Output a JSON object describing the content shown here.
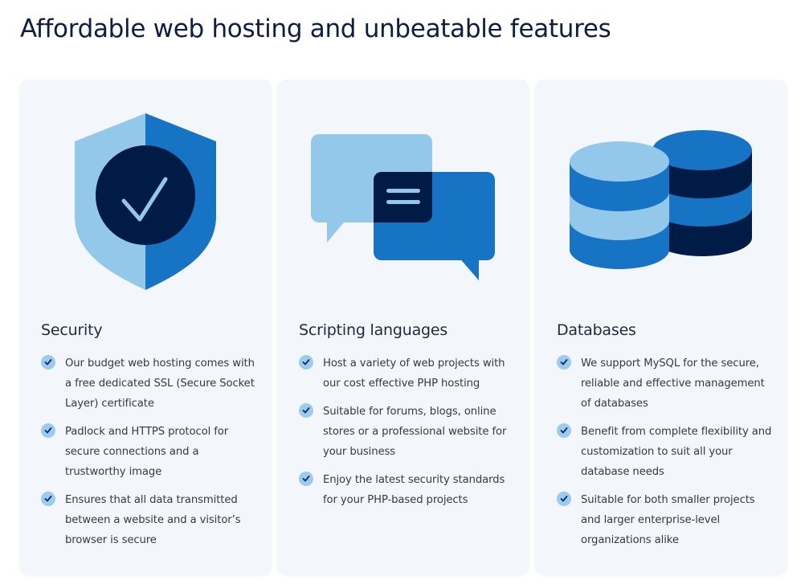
{
  "header": {
    "title": "Affordable web hosting and unbeatable features"
  },
  "colors": {
    "title_text": "#0d1e42",
    "card_background": "#f3f7fb",
    "light_blue": "#93c8ea",
    "mid_blue": "#1773c4",
    "navy": "#001b45",
    "check_badge": "#9ccbee"
  },
  "cards": [
    {
      "icon": "shield-check-icon",
      "title": "Security",
      "features": [
        "Our budget web hosting comes with a free dedicated SSL (Secure Socket Layer) certificate",
        "Padlock and HTTPS protocol for secure connections and a trustworthy image",
        "Ensures that all data transmitted between a website and a visitor’s browser is secure"
      ]
    },
    {
      "icon": "chat-bubbles-icon",
      "title": "Scripting languages",
      "features": [
        "Host a variety of web projects with our cost effective PHP hosting",
        "Suitable for forums, blogs, online stores or a professional website for your business",
        "Enjoy the latest security standards for your PHP-based projects"
      ]
    },
    {
      "icon": "database-icon",
      "title": "Databases",
      "features": [
        "We support MySQL for the secure, reliable and effective management of databases",
        "Benefit from complete flexibility and customization to suit all your database needs",
        "Suitable for both smaller projects and larger enterprise-level organizations alike"
      ]
    }
  ]
}
